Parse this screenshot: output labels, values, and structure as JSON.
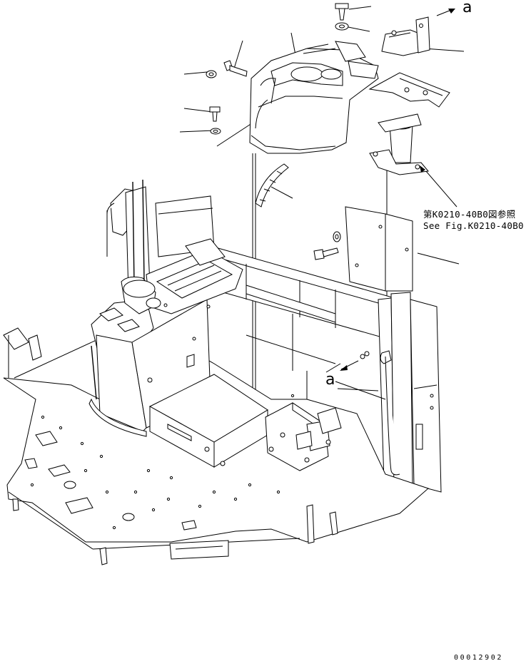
{
  "callouts": {
    "upper_letter": "a",
    "lower_letter": "a"
  },
  "reference": {
    "jp": "第K0210-40B0図参照",
    "en": "See Fig.K0210-40B0"
  },
  "document_number": "00012902",
  "colors": {
    "ink": "#000000",
    "paper": "#ffffff"
  }
}
